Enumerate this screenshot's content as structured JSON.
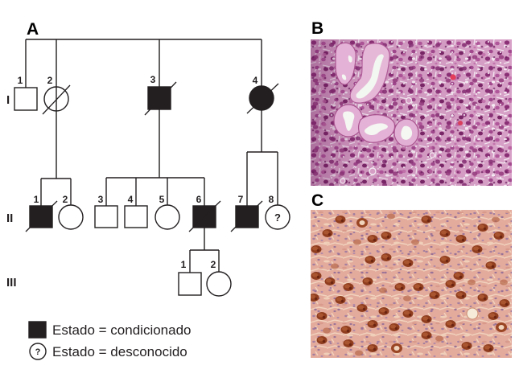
{
  "pedigree": {
    "panel_label": "A",
    "generations": [
      {
        "label": "I",
        "individuals": [
          {
            "number": "1",
            "sex": "male",
            "affected": false,
            "deceased": false
          },
          {
            "number": "2",
            "sex": "female",
            "affected": false,
            "deceased": true
          },
          {
            "number": "3",
            "sex": "male",
            "affected": true,
            "deceased": true
          },
          {
            "number": "4",
            "sex": "female",
            "affected": true,
            "deceased": true
          }
        ]
      },
      {
        "label": "II",
        "individuals": [
          {
            "number": "1",
            "sex": "male",
            "affected": true,
            "deceased": true,
            "parent": "I-2"
          },
          {
            "number": "2",
            "sex": "female",
            "affected": false,
            "deceased": false,
            "parent": "I-2"
          },
          {
            "number": "3",
            "sex": "male",
            "affected": false,
            "deceased": false,
            "parent": "I-3"
          },
          {
            "number": "4",
            "sex": "male",
            "affected": false,
            "deceased": false,
            "parent": "I-3"
          },
          {
            "number": "5",
            "sex": "female",
            "affected": false,
            "deceased": false,
            "parent": "I-3"
          },
          {
            "number": "6",
            "sex": "male",
            "affected": true,
            "deceased": true,
            "parent": "I-3"
          },
          {
            "number": "7",
            "sex": "male",
            "affected": true,
            "deceased": true,
            "parent": "I-4"
          },
          {
            "number": "8",
            "sex": "female",
            "affected": false,
            "deceased": false,
            "status": "unknown",
            "symbol": "?",
            "parent": "I-4"
          }
        ]
      },
      {
        "label": "III",
        "individuals": [
          {
            "number": "1",
            "sex": "male",
            "affected": false,
            "deceased": false,
            "parent": "II-6"
          },
          {
            "number": "2",
            "sex": "female",
            "affected": false,
            "deceased": false,
            "parent": "II-6"
          }
        ]
      }
    ]
  },
  "legend": {
    "items": [
      {
        "symbol": "filled-square",
        "label": "Estado = condicionado"
      },
      {
        "symbol": "?",
        "label": "Estado = desconocido"
      }
    ]
  },
  "panels": {
    "b": {
      "label": "B"
    },
    "c": {
      "label": "C"
    }
  },
  "colors": {
    "line": "#231f20",
    "affected_fill": "#231f20",
    "panel_b_stain": "#d7a0c6",
    "panel_b_nuclei": "#8b3076",
    "panel_c_stain": "#e3ab9c",
    "panel_c_brown": "#8f3d1e"
  }
}
